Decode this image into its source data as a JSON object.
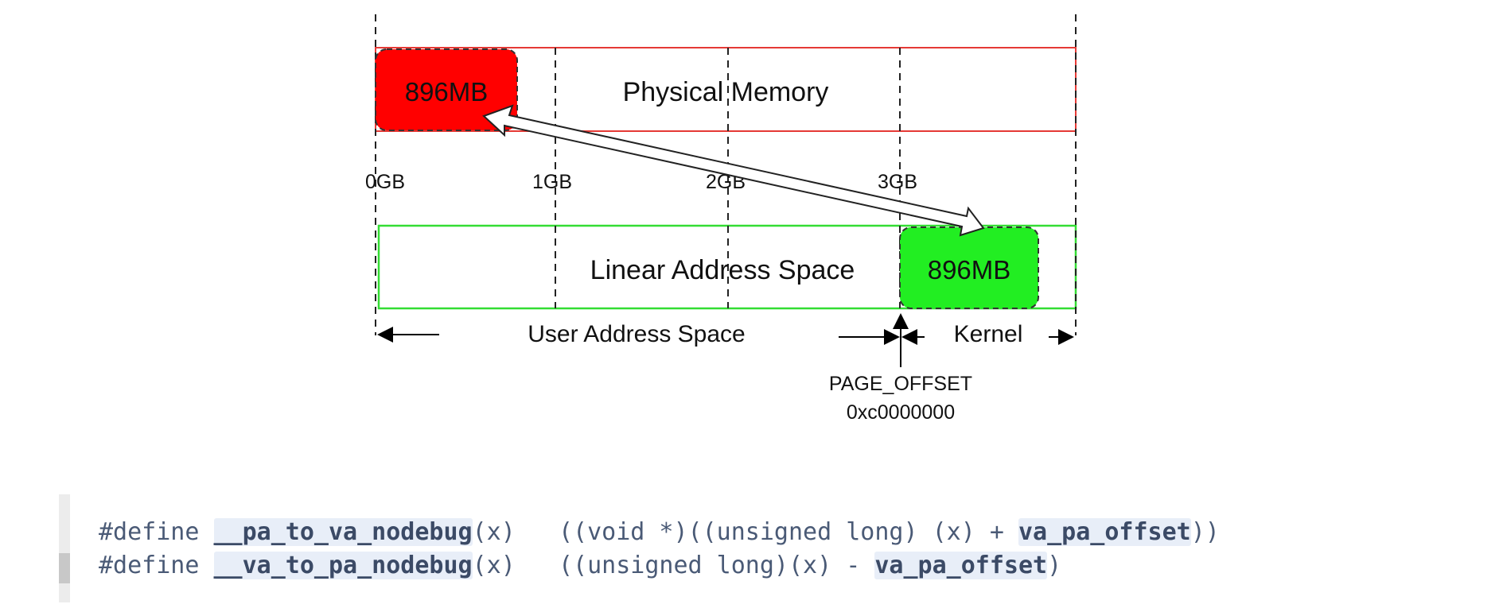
{
  "diagram": {
    "physical_label": "Physical Memory",
    "linear_label": "Linear Address Space",
    "physical_block": "896MB",
    "linear_block": "896MB",
    "ticks": [
      "0GB",
      "1GB",
      "2GB",
      "3GB"
    ],
    "user_space_label": "User Address Space",
    "kernel_label": "Kernel",
    "page_offset_label": "PAGE_OFFSET",
    "page_offset_value": "0xc0000000",
    "colors": {
      "physical_border": "#e53935",
      "physical_block": "#ff0000",
      "linear_border": "#33dd33",
      "linear_block": "#22ee22"
    }
  },
  "code": {
    "line1": {
      "directive": "#define ",
      "name": "__pa_to_va_nodebug",
      "args": "(x)   ((void *)((unsigned long) (x) + ",
      "var": "va_pa_offset",
      "end": "))"
    },
    "line2": {
      "directive": "#define ",
      "name": "__va_to_pa_nodebug",
      "args": "(x)   ((unsigned long)(x) - ",
      "var": "va_pa_offset",
      "end": ")"
    }
  }
}
